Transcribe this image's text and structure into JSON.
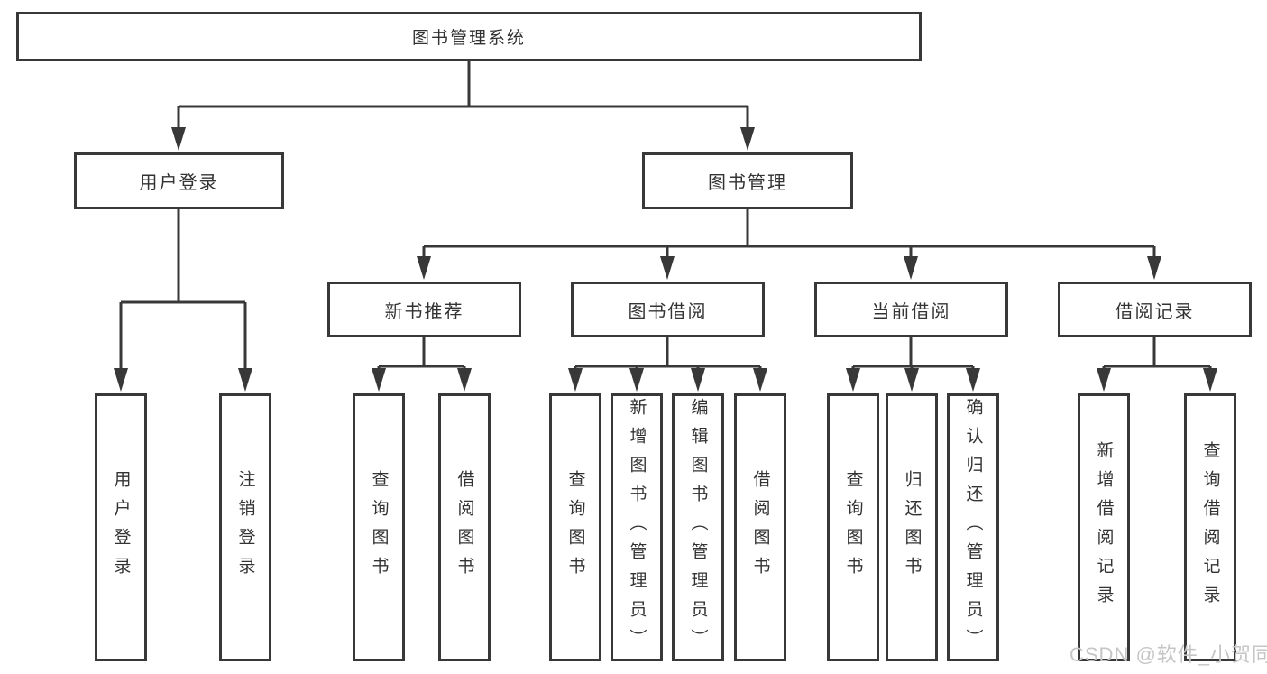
{
  "tree": {
    "root": "图书管理系统",
    "branches": [
      {
        "label": "用户登录",
        "children": [
          "用户登录",
          "注销登录"
        ]
      },
      {
        "label": "图书管理",
        "sections": [
          {
            "label": "新书推荐",
            "children": [
              "查询图书",
              "借阅图书"
            ]
          },
          {
            "label": "图书借阅",
            "children": [
              "查询图书",
              "新增图书（管理员）",
              "编辑图书（管理员）",
              "借阅图书"
            ]
          },
          {
            "label": "当前借阅",
            "children": [
              "查询图书",
              "归还图书",
              "确认归还（管理员）"
            ]
          },
          {
            "label": "借阅记录",
            "children": [
              "新增借阅记录",
              "查询借阅记录"
            ]
          }
        ]
      }
    ]
  },
  "watermark": "CSDN @软件_小贺同学",
  "colors": {
    "line": "#383838",
    "text": "#333333",
    "watermark": "#c6c6c6",
    "background": "#ffffff"
  }
}
